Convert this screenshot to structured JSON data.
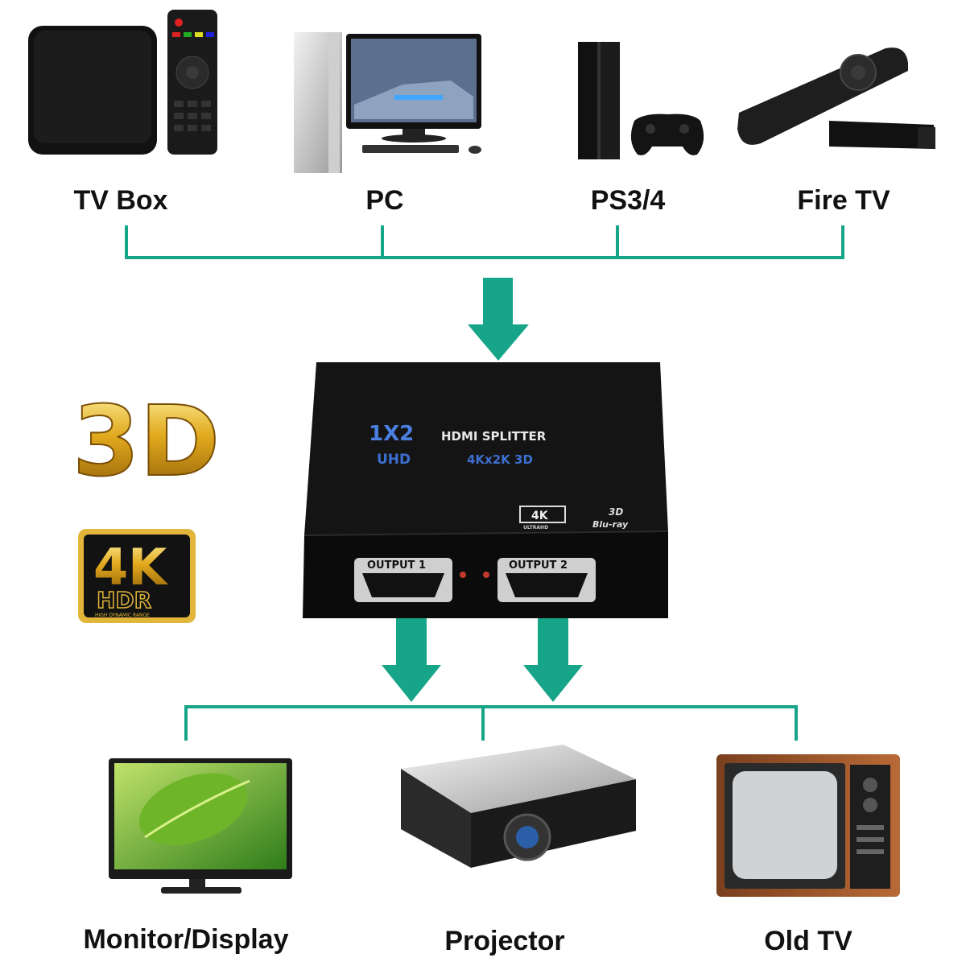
{
  "sources": [
    {
      "label": "TV Box",
      "icon": "tv-box-icon"
    },
    {
      "label": "PC",
      "icon": "pc-icon"
    },
    {
      "label": "PS3/4",
      "icon": "game-console-icon"
    },
    {
      "label": "Fire TV",
      "icon": "fire-tv-stick-icon"
    }
  ],
  "outputs_devices": [
    {
      "label": "Monitor/Display",
      "icon": "monitor-icon"
    },
    {
      "label": "Projector",
      "icon": "projector-icon"
    },
    {
      "label": "Old TV",
      "icon": "old-tv-icon"
    }
  ],
  "splitter": {
    "title_main": "1X2",
    "title_rest": "HDMI SPLITTER",
    "sub_uhd": "UHD",
    "sub_spec": "4Kx2K 3D",
    "badge_4k": "4K",
    "badge_4k_sub": "ULTRAHD",
    "badge_3d": "3D",
    "badge_bluray": "Blu-ray",
    "port1": "OUTPUT 1",
    "port2": "OUTPUT 2"
  },
  "badges": {
    "three_d": "3D",
    "fourk": "4K",
    "hdr": "HDR",
    "hdr_sub": "HIGH DYNAMIC RANGE"
  },
  "colors": {
    "connector": "#17a589",
    "device_body": "#0e0e0e",
    "splitter_title": "#4a7fe0",
    "gold": "#d9a520"
  }
}
